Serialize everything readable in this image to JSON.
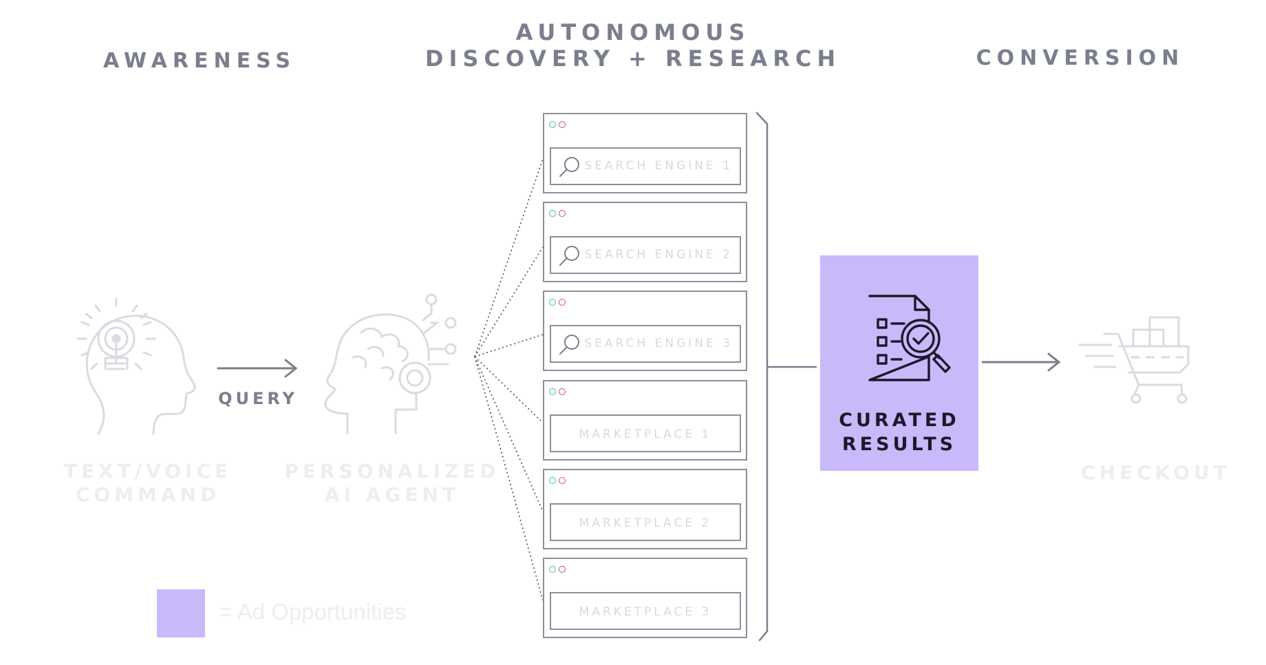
{
  "stages": {
    "awareness": "AWARENESS",
    "discovery": "AUTONOMOUS\nDISCOVERY + RESEARCH",
    "conversion": "CONVERSION"
  },
  "labels": {
    "command": "TEXT/VOICE\nCOMMAND",
    "agent": "PERSONALIZED\nAI AGENT",
    "query": "QUERY",
    "curated": "CURATED\nRESULTS",
    "checkout": "CHECKOUT"
  },
  "sources": [
    {
      "label": "SEARCH ENGINE 1",
      "icon": "magnifier-icon"
    },
    {
      "label": "SEARCH ENGINE 2",
      "icon": "magnifier-icon"
    },
    {
      "label": "SEARCH ENGINE 3",
      "icon": "magnifier-icon"
    },
    {
      "label": "MARKETPLACE 1",
      "icon": ""
    },
    {
      "label": "MARKETPLACE 2",
      "icon": ""
    },
    {
      "label": "MARKETPLACE 3",
      "icon": ""
    }
  ],
  "legend": {
    "text": "= Ad Opportunities"
  },
  "colors": {
    "ad_highlight": "#c9b9fb",
    "title_gray": "#7a7e8d",
    "faint_gray": "#eceef2",
    "dot_green": "#39c18a",
    "dot_red": "#e0436b"
  }
}
